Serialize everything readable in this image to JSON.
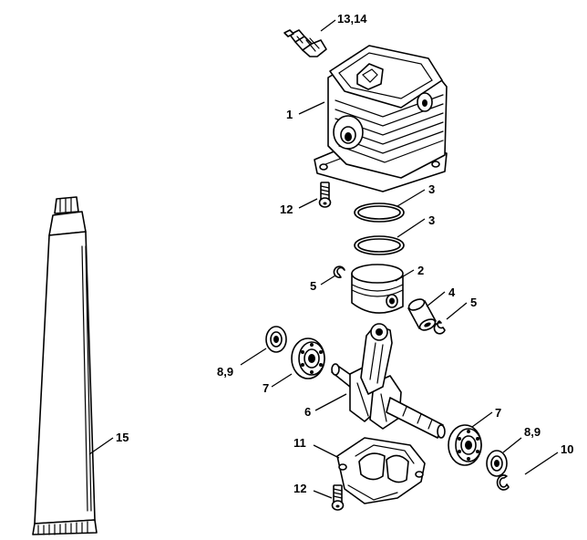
{
  "callouts": [
    {
      "id": "c1314",
      "text": "13,14"
    },
    {
      "id": "c1",
      "text": "1"
    },
    {
      "id": "c12a",
      "text": "12"
    },
    {
      "id": "c3a",
      "text": "3"
    },
    {
      "id": "c3b",
      "text": "3"
    },
    {
      "id": "c2",
      "text": "2"
    },
    {
      "id": "c5a",
      "text": "5"
    },
    {
      "id": "c4",
      "text": "4"
    },
    {
      "id": "c5b",
      "text": "5"
    },
    {
      "id": "c89a",
      "text": "8,9"
    },
    {
      "id": "c7a",
      "text": "7"
    },
    {
      "id": "c6",
      "text": "6"
    },
    {
      "id": "c7b",
      "text": "7"
    },
    {
      "id": "c89b",
      "text": "8,9"
    },
    {
      "id": "c10",
      "text": "10"
    },
    {
      "id": "c11",
      "text": "11"
    },
    {
      "id": "c12b",
      "text": "12"
    },
    {
      "id": "c15",
      "text": "15"
    }
  ]
}
